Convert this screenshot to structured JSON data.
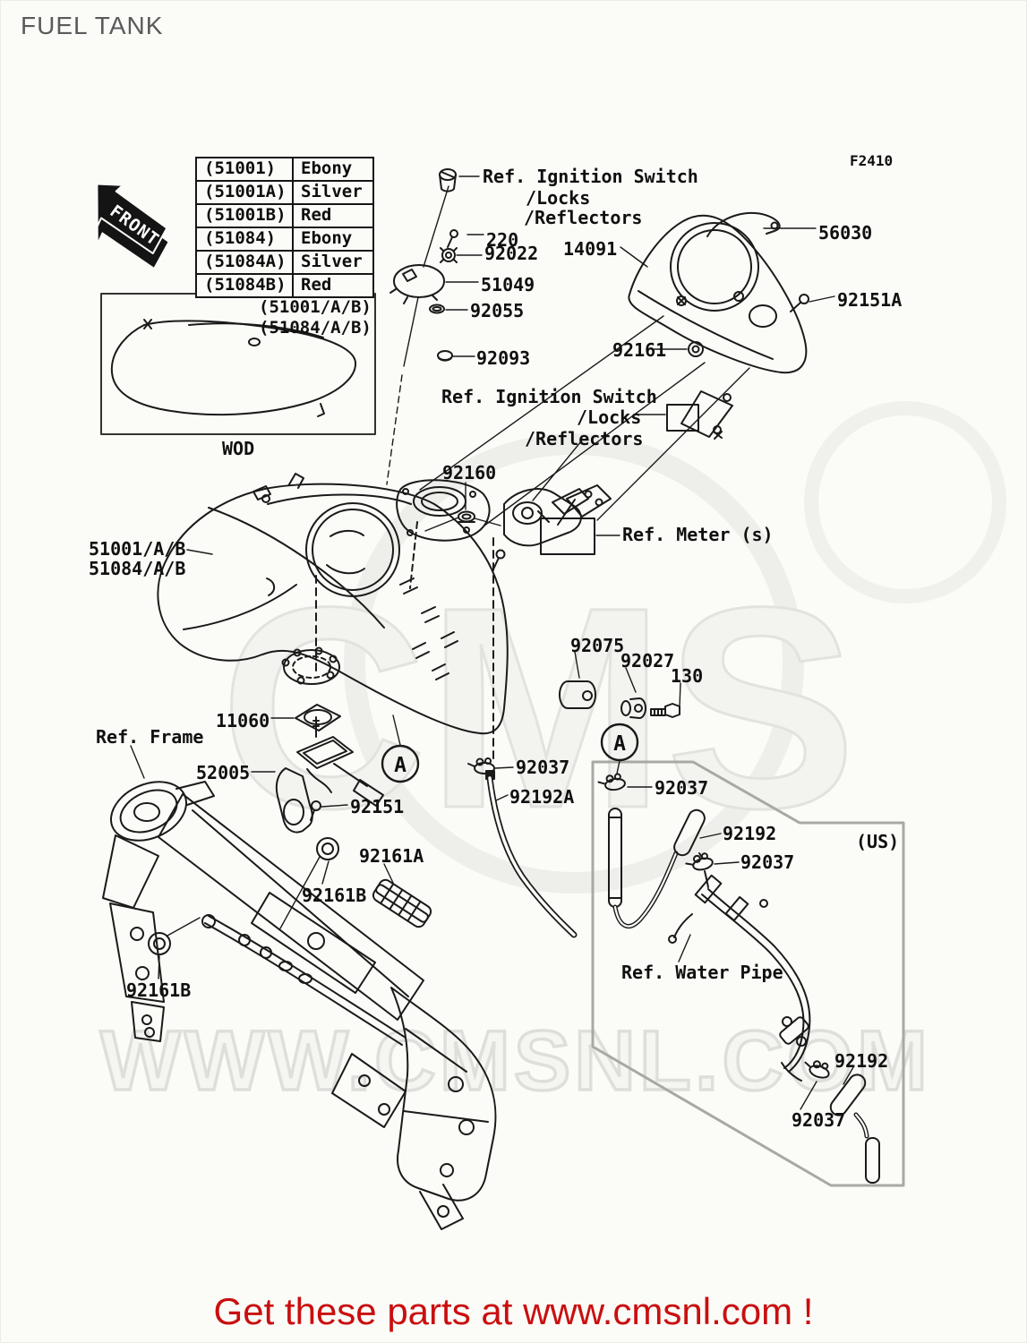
{
  "page": {
    "title": "FUEL TANK",
    "figure_code": "F2410",
    "footer_text": "Get these parts at www.cmsnl.com !",
    "accent_red": "#c90f0f",
    "line_color": "#1a1a1a",
    "background_color": "#fbfbf8"
  },
  "watermark": {
    "brand": "CMS",
    "url_text": "WWW.CMSNL.COM"
  },
  "front_arrow": {
    "label": "FRONT"
  },
  "color_table": {
    "rows": [
      {
        "code": "(51001)",
        "color": "Ebony"
      },
      {
        "code": "(51001A)",
        "color": "Silver"
      },
      {
        "code": "(51001B)",
        "color": "Red"
      },
      {
        "code": "(51084)",
        "color": "Ebony"
      },
      {
        "code": "(51084A)",
        "color": "Silver"
      },
      {
        "code": "(51084B)",
        "color": "Red"
      }
    ]
  },
  "wod_box": {
    "code_line1": "(51001/A/B)",
    "code_line2": "(51084/A/B)",
    "caption": "WOD"
  },
  "tank_codes": {
    "line1": "51001/A/B",
    "line2": "51084/A/B"
  },
  "references": {
    "ignition_top": {
      "line1": "Ref. Ignition Switch",
      "line2": "/Locks",
      "line3": "/Reflectors"
    },
    "ignition_mid": {
      "line1": "Ref. Ignition Switch",
      "line2": "/Locks",
      "line3": "/Reflectors"
    },
    "meter": "Ref. Meter (s)",
    "frame": "Ref. Frame",
    "water_pipe": "Ref. Water Pipe",
    "us_marking": "(US)",
    "detail_marker": "A"
  },
  "part_labels": {
    "p220": "220",
    "p92022": "92022",
    "p14091": "14091",
    "p51049": "51049",
    "p92055": "92055",
    "p92093": "92093",
    "p56030": "56030",
    "p92151a": "92151A",
    "p92161": "92161",
    "p92160": "92160",
    "p92075": "92075",
    "p92027": "92027",
    "p130": "130",
    "p11060": "11060",
    "p52005": "52005",
    "p92151": "92151",
    "p92037": "92037",
    "p92192a": "92192A",
    "p92192": "92192",
    "p92161a": "92161A",
    "p92161b": "92161B"
  }
}
